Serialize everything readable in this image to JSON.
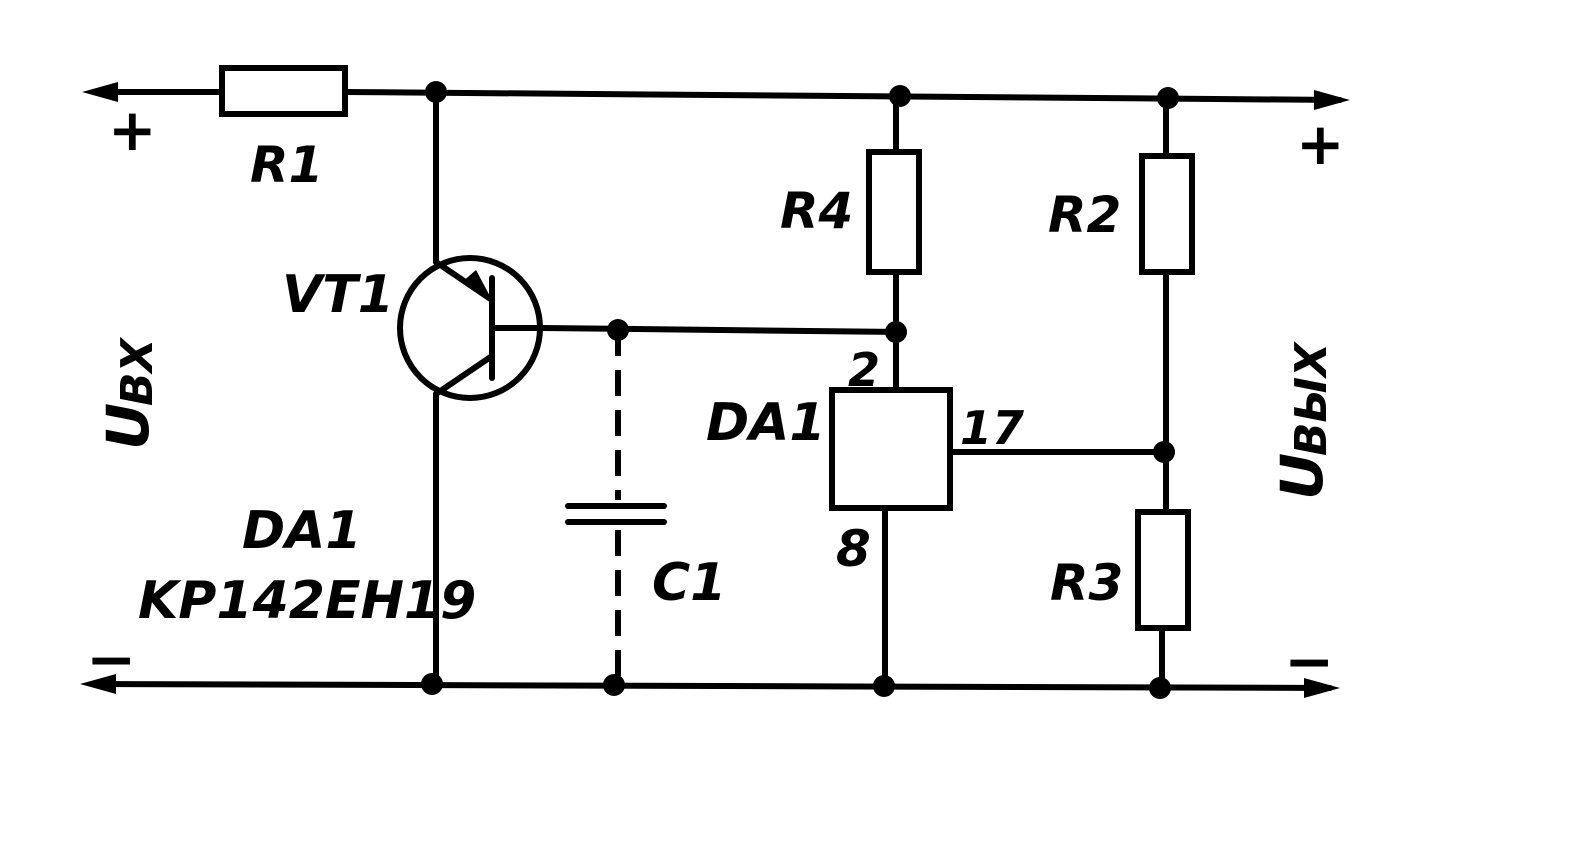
{
  "labels": {
    "r1": "R1",
    "r2": "R2",
    "r3": "R3",
    "r4": "R4",
    "c1": "C1",
    "vt1": "VT1",
    "da1_block": "DA1",
    "da1_note": "DA1",
    "da1_part": "KP142EH19",
    "pin_2": "2",
    "pin_17": "17",
    "pin_8": "8",
    "u_in": "U",
    "u_in_sub": "BX",
    "u_out": "U",
    "u_out_sub": "BЫX",
    "plus_in": "+",
    "plus_out": "+",
    "minus_in": "−",
    "minus_out": "−"
  }
}
